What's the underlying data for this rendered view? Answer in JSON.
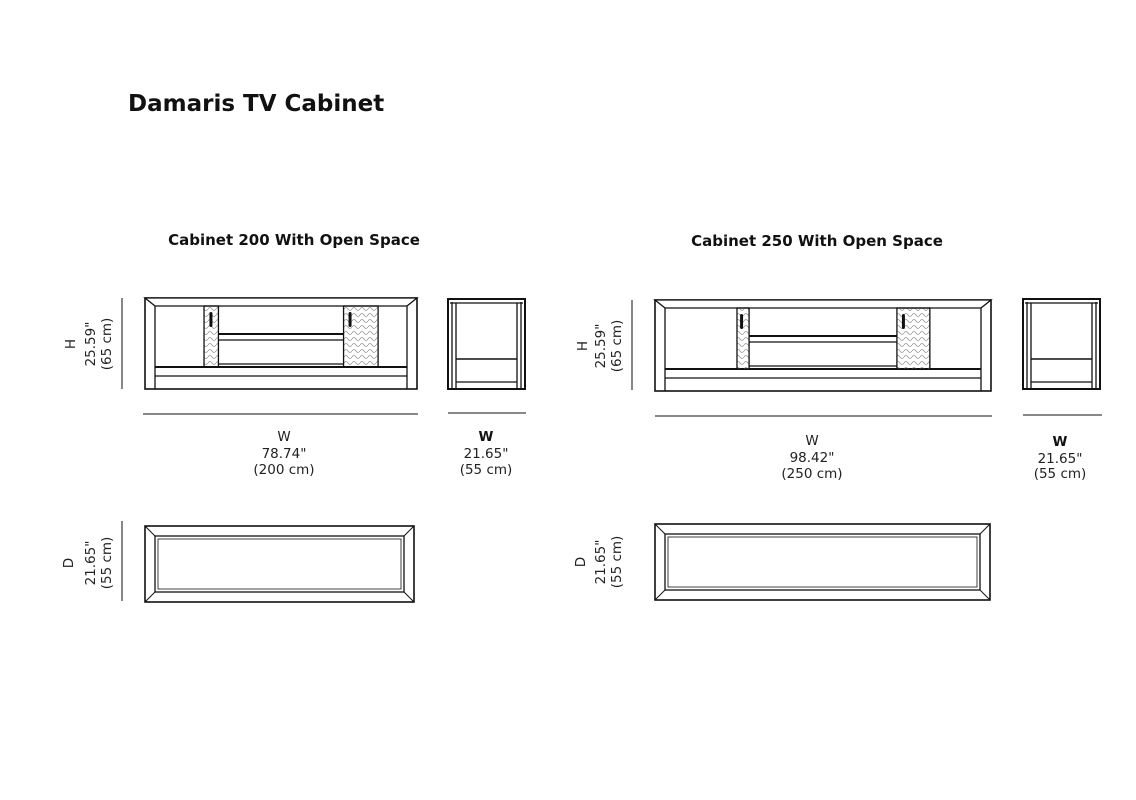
{
  "title": "Damaris TV Cabinet",
  "cabinets": [
    {
      "name": "Cabinet 200 With Open Space",
      "height": {
        "label": "H",
        "in": "25.59\"",
        "cm": "(65 cm)"
      },
      "width": {
        "label": "W",
        "in": "78.74\"",
        "cm": "(200 cm)"
      },
      "side_width": {
        "label": "W",
        "in": "21.65\"",
        "cm": "(55 cm)"
      },
      "depth": {
        "label": "D",
        "in": "21.65\"",
        "cm": "(55 cm)"
      }
    },
    {
      "name": "Cabinet 250 With Open Space",
      "height": {
        "label": "H",
        "in": "25.59\"",
        "cm": "(65 cm)"
      },
      "width": {
        "label": "W",
        "in": "98.42\"",
        "cm": "(250 cm)"
      },
      "side_width": {
        "label": "W",
        "in": "21.65\"",
        "cm": "(55 cm)"
      },
      "depth": {
        "label": "D",
        "in": "21.65\"",
        "cm": "(55 cm)"
      }
    }
  ]
}
